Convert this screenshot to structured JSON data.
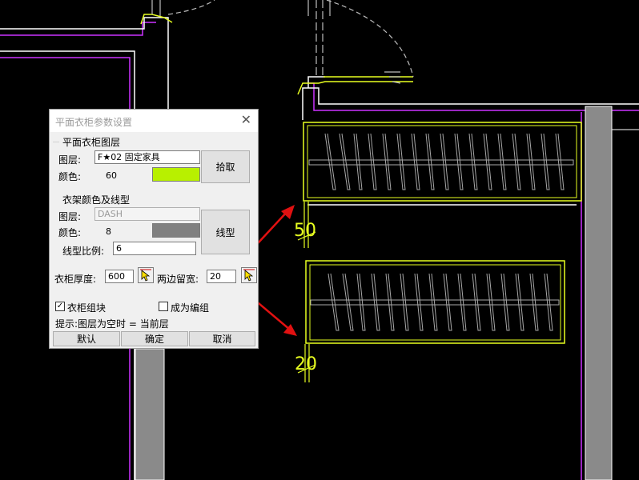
{
  "dialog": {
    "title": "平面衣柜参数设置",
    "close_glyph": "✕",
    "group1_title": "平面衣柜图层",
    "layer_label": "图层:",
    "layer_value": "F★02 固定家具",
    "color_label": "颜色:",
    "color_value": "60",
    "color_swatch": "#b8f000",
    "pick_button": "拾取",
    "group2_title": "衣架颜色及线型",
    "hanger_layer_label": "图层:",
    "hanger_layer_value": "DASH",
    "hanger_color_label": "颜色:",
    "hanger_color_value": "8",
    "hanger_swatch": "#808080",
    "linetype_button": "线型",
    "scale_label": "线型比例:",
    "scale_value": "6",
    "depth_label": "衣柜厚度:",
    "depth_value": "600",
    "margin_label": "两边留宽:",
    "margin_value": "20",
    "block_label": "衣柜组块",
    "block_checked": true,
    "group_label": "成为编组",
    "group_checked": false,
    "hint": "提示:图层为空时 = 当前层",
    "default_button": "默认",
    "ok_button": "确定",
    "cancel_button": "取消"
  },
  "drawing": {
    "dim_upper": "50",
    "dim_lower": "20",
    "colors": {
      "wall": "#ffffff",
      "magenta": "#cc33ff",
      "yellow": "#e8ff20",
      "hanger": "#a8a8a8",
      "pillar": "#8a8a8a",
      "arrow": "#e11111"
    }
  }
}
